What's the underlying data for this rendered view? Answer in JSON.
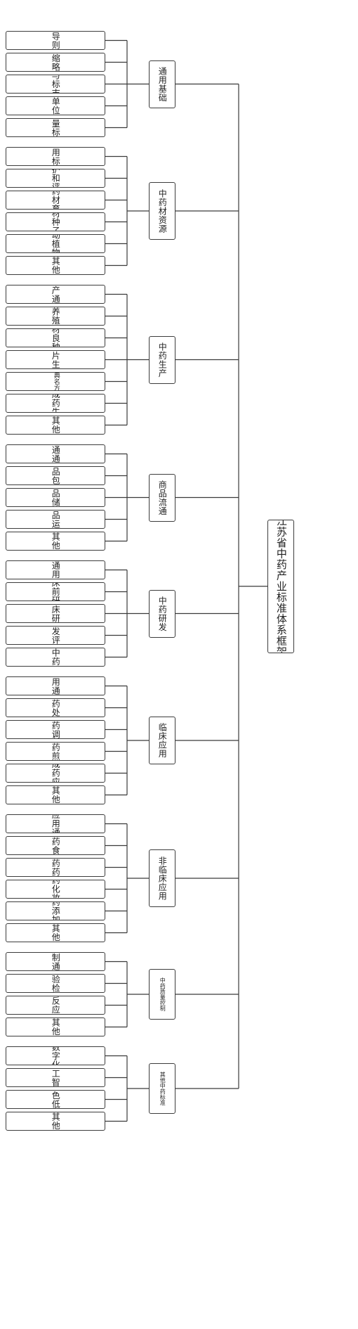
{
  "root": {
    "label": "江苏省中药产业标准体系框架"
  },
  "categories": [
    {
      "label": "通用基础",
      "children": [
        "标准化导则与指南",
        "术语和缩略语标准",
        "符号与标志标准",
        "量和单位标准",
        "测量标准"
      ]
    },
    {
      "label": "中药材资源",
      "children": [
        "通用标准",
        "保护和评价",
        "中药材育种",
        "中药材种子种苗",
        "药用动植物基源",
        "其他"
      ]
    },
    {
      "label": "中药生产",
      "children": [
        "中药生产通用标准",
        "种植养殖采收",
        "中药材良种繁育",
        "中药饮片生产炮制",
        "提取物经典名方配方颗粒",
        "中成药生产",
        "其他"
      ]
    },
    {
      "label": "商品流通",
      "children": [
        "商品流通通用标准",
        "商品包装",
        "商品储存",
        "商品运输",
        "其他"
      ]
    },
    {
      "label": "中药研发",
      "children": [
        "研发通用标准",
        "临床前研究",
        "临床研究",
        "研发评价",
        "其他中药研发"
      ]
    },
    {
      "label": "临床应用",
      "children": [
        "临床应用通用标准",
        "中药处方",
        "中药调配",
        "中药煎服",
        "中成药应用",
        "其他"
      ]
    },
    {
      "label": "非临床应用",
      "children": [
        "非临床应用通用标准",
        "中药食疗",
        "中药药膳",
        "中药化妆品",
        "中药添加剂",
        "其他"
      ]
    },
    {
      "label": "中药质量控制",
      "children": [
        "质量控制通用标准",
        "检验检测",
        "不良反应监测",
        "其他"
      ]
    },
    {
      "label": "其他中药标准",
      "children": [
        "数字化",
        "人工智能",
        "绿色低碳",
        "其他"
      ]
    }
  ]
}
